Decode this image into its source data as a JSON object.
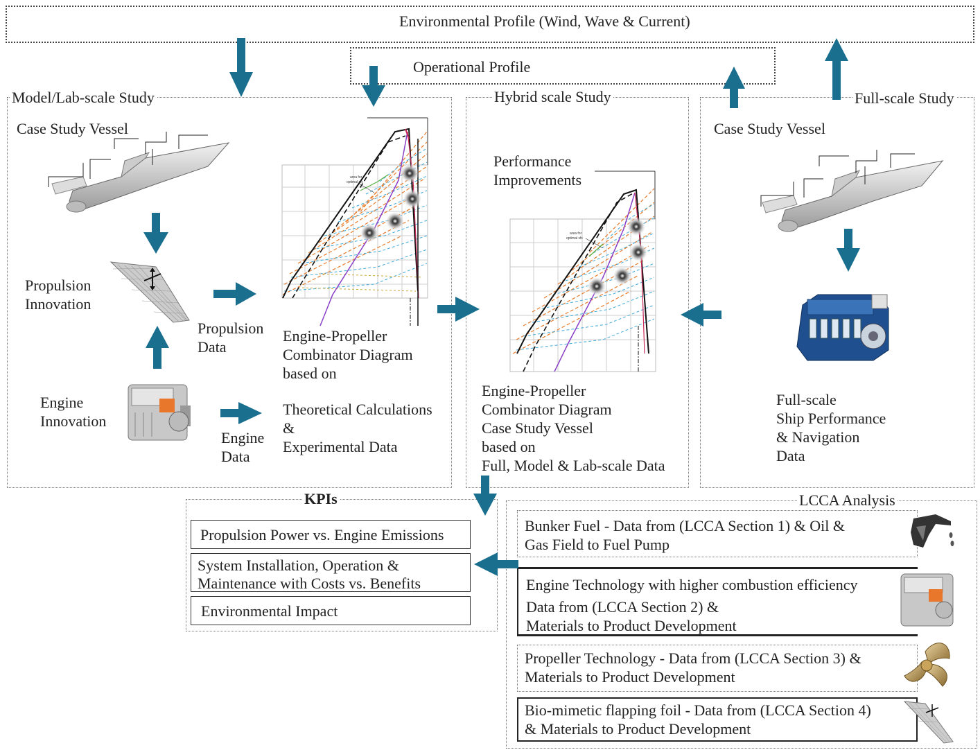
{
  "env_profile": "Environmental Profile (Wind, Wave & Current)",
  "op_profile": "Operational  Profile",
  "model": {
    "title": "Model/Lab-scale Study",
    "vessel": "Case Study Vessel",
    "propulsion_innovation": [
      "Propulsion",
      "Innovation"
    ],
    "propulsion_data": [
      "Propulsion",
      "Data"
    ],
    "engine_innovation": [
      "Engine",
      "Innovation"
    ],
    "engine_data": [
      "Engine",
      "Data"
    ],
    "diagram_caption": [
      "Engine-Propeller",
      "Combinator Diagram",
      "based on"
    ],
    "theory": [
      "Theoretical Calculations",
      "&",
      "Experimental Data"
    ],
    "area_label": [
      "area for",
      "optimal sfc"
    ]
  },
  "hybrid": {
    "title": "Hybrid scale Study",
    "perf": [
      "Performance",
      "Improvements"
    ],
    "caption": [
      "Engine-Propeller",
      "Combinator Diagram",
      "Case Study Vessel",
      "based on",
      "Full, Model & Lab-scale Data"
    ],
    "area_label": [
      "area for",
      "optimal sfc"
    ]
  },
  "full": {
    "title": "Full-scale Study",
    "vessel": "Case Study Vessel",
    "caption": [
      "Full-scale",
      "Ship Performance",
      "& Navigation",
      "Data"
    ]
  },
  "kpis": {
    "title": "KPIs",
    "items": [
      [
        "Propulsion Power vs. Engine Emissions"
      ],
      [
        "System Installation, Operation &",
        "Maintenance with Costs vs. Benefits"
      ],
      [
        "Environmental Impact"
      ]
    ]
  },
  "lcca": {
    "title": "LCCA Analysis",
    "items": [
      [
        "Bunker Fuel - Data from (LCCA Section 1) & Oil &",
        "Gas Field to Fuel Pump"
      ],
      [
        "Engine Technology with  higher combustion efficiency",
        "Data from (LCCA Section 2)  &",
        "Materials to Product Development"
      ],
      [
        "Propeller Technology - Data from (LCCA Section 3) &",
        "Materials to Product Development"
      ],
      [
        "Bio-mimetic flapping foil - Data from (LCCA Section 4)",
        "& Materials to Product Development"
      ]
    ]
  },
  "colors": {
    "arrow": "#1a6e8e",
    "text": "#222222"
  }
}
